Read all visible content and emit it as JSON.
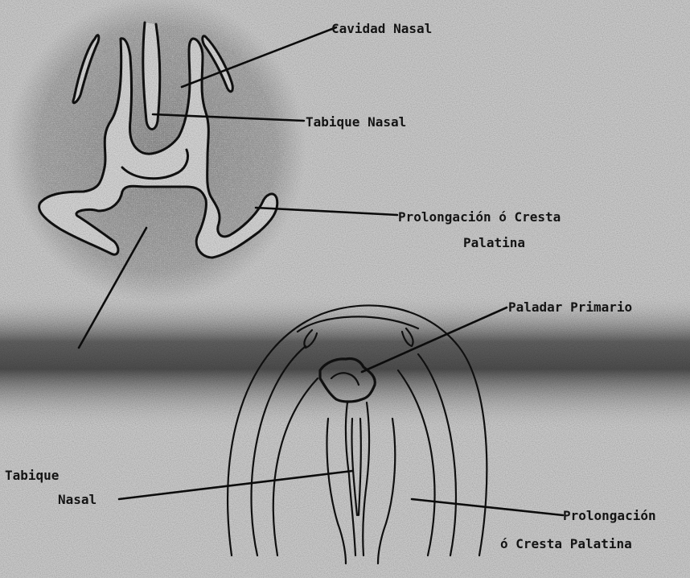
{
  "labels": {
    "cavidad_nasal": "Cavidad Nasal",
    "tabique_nasal_top": "Tabique Nasal",
    "prolongacion_top_l1": "Prolongación ó Cresta",
    "prolongacion_top_l2": "Palatina",
    "smudged_band_label": "",
    "paladar_primario": "Paladar Primario",
    "tabique_bottom_l1": "Tabique",
    "tabique_bottom_l2": "Nasal",
    "prolongacion_bottom_l1": "Prolongación",
    "prolongacion_bottom_l2": "ó Cresta Palatina"
  },
  "colors": {
    "paper": "#c9c9c9",
    "band": "#5a5a5a",
    "ink": "#111111",
    "stipple": "#2b2b2b"
  }
}
